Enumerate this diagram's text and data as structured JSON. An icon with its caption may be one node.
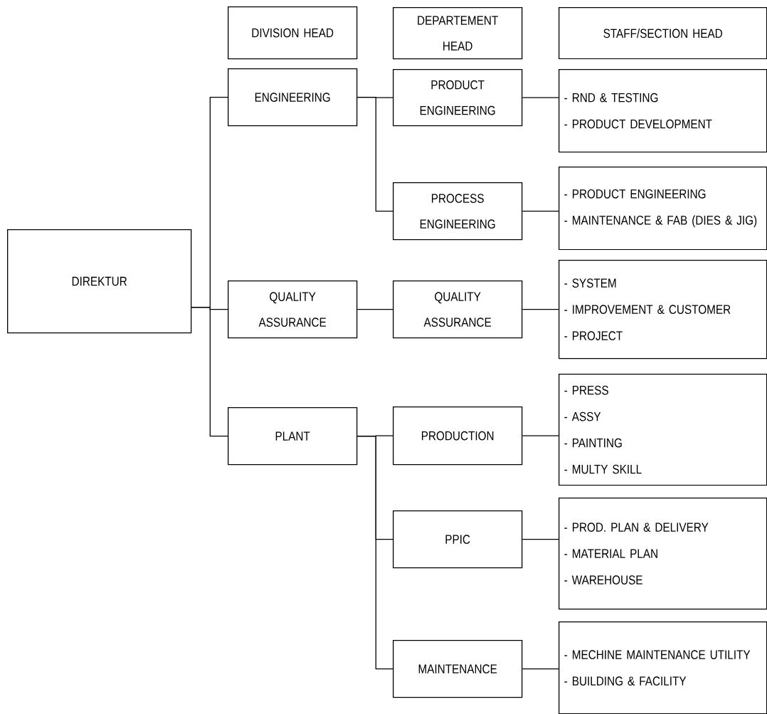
{
  "diagram": {
    "nodes": [
      {
        "text": [
          "DIREKTUR"
        ]
      },
      {
        "text": [
          "DIVISION HEAD"
        ]
      },
      {
        "text": [
          "DEPARTEMENT HEAD"
        ]
      },
      {
        "text": [
          "STAFF/SECTION HEAD"
        ]
      },
      {
        "text": [
          "ENGINEERING"
        ]
      },
      {
        "text": [
          "PRODUCT ENGINEERING"
        ]
      },
      {
        "text": [
          "- RND & TESTING",
          "- PRODUCT DEVELOPMENT"
        ]
      },
      {
        "text": [
          "PROCESS ENGINEERING"
        ]
      },
      {
        "text": [
          "- PRODUCT ENGINEERING",
          "- MAINTENANCE & FAB (DIES & JIG)"
        ]
      },
      {
        "text": [
          "QUALITY ASSURANCE"
        ]
      },
      {
        "text": [
          "QUALITY ASSURANCE"
        ]
      },
      {
        "text": [
          "- SYSTEM",
          "- IMPROVEMENT & CUSTOMER",
          "- PROJECT"
        ]
      },
      {
        "text": [
          "PLANT"
        ]
      },
      {
        "text": [
          "PRODUCTION"
        ]
      },
      {
        "text": [
          "- PRESS",
          "- ASSY",
          "- PAINTING",
          "- MULTY SKILL"
        ]
      },
      {
        "text": [
          "PPIC"
        ]
      },
      {
        "text": [
          "- PROD. PLAN & DELIVERY",
          "- MATERIAL PLAN",
          "- WAREHOUSE"
        ]
      },
      {
        "text": [
          "MAINTENANCE"
        ]
      },
      {
        "text": [
          "- MECHINE MAINTENANCE UTILITY",
          "- BUILDING & FACILITY"
        ]
      }
    ],
    "edges": [
      {
        "from": 0,
        "to": 4,
        "arrow": "none"
      },
      {
        "from": 0,
        "to": 9,
        "arrow": "none"
      },
      {
        "from": 0,
        "to": 12,
        "arrow": "none"
      },
      {
        "from": 4,
        "to": 5,
        "arrow": "none"
      },
      {
        "from": 4,
        "to": 7,
        "arrow": "none"
      },
      {
        "from": 5,
        "to": 6,
        "arrow": "none"
      },
      {
        "from": 7,
        "to": 8,
        "arrow": "none"
      },
      {
        "from": 9,
        "to": 10,
        "arrow": "none"
      },
      {
        "from": 10,
        "to": 11,
        "arrow": "none"
      },
      {
        "from": 12,
        "to": 13,
        "arrow": "none"
      },
      {
        "from": 12,
        "to": 15,
        "arrow": "none"
      },
      {
        "from": 12,
        "to": 17,
        "arrow": "none"
      },
      {
        "from": 13,
        "to": 14,
        "arrow": "none"
      },
      {
        "from": 15,
        "to": 16,
        "arrow": "none"
      },
      {
        "from": 17,
        "to": 18,
        "arrow": "none"
      }
    ]
  }
}
